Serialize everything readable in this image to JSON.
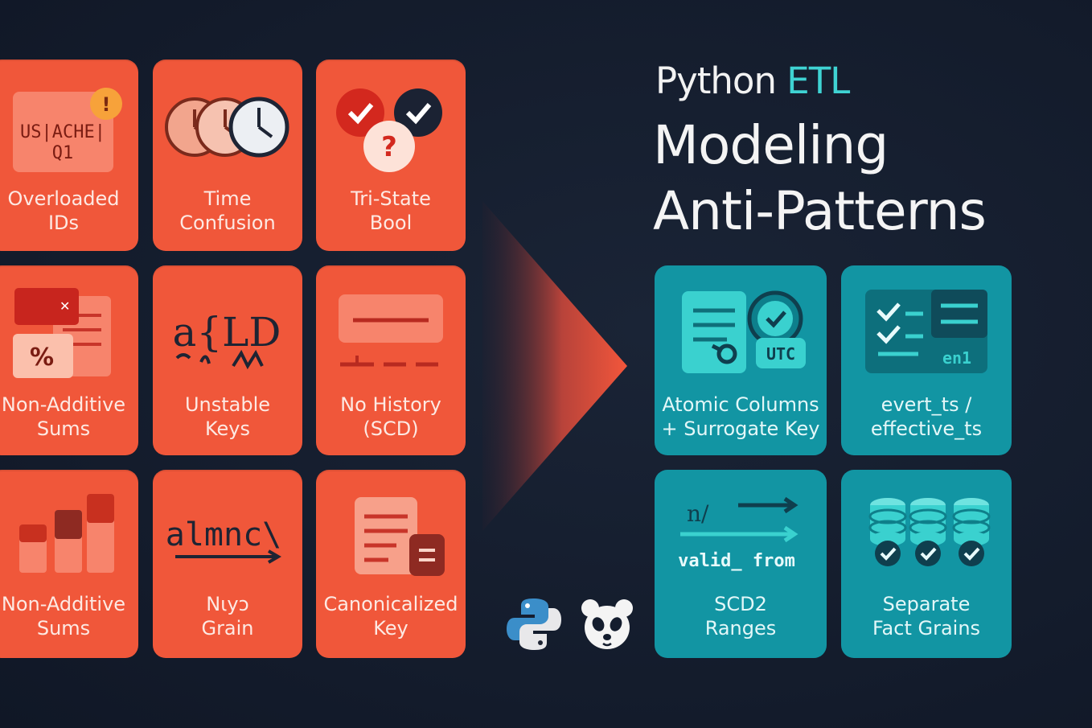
{
  "header": {
    "title_prefix": "Python",
    "title_highlight": "ETL",
    "subtitle": "Modeling\nAnti-Patterns"
  },
  "anti_patterns": [
    {
      "label": "Overloaded\nIDs",
      "icon_text_1": "US|ACHE|",
      "icon_text_2": "Q1",
      "icon": "warning-card-icon"
    },
    {
      "label": "Time\nConfusion",
      "icon": "clocks-icon"
    },
    {
      "label": "Tri-State\nBool",
      "icon": "check-question-icon"
    },
    {
      "label": "Non-Additive\nSums",
      "icon_text": "%",
      "icon": "percent-card-icon"
    },
    {
      "label": "Unstable\nKeys",
      "icon_text": "a{LD",
      "icon": "scribble-icon"
    },
    {
      "label": "No History\n(SCD)",
      "icon": "history-bar-icon"
    },
    {
      "label": "Non-Additive\nSums",
      "icon": "bar-chart-icon"
    },
    {
      "label": "Nιyɔ\nGrain",
      "icon_text": "almnc\\",
      "icon": "scribble-arrow-icon"
    },
    {
      "label": "Canonicalized\nKey",
      "icon": "document-icon"
    }
  ],
  "fixes": [
    {
      "label": "Atomic Columns\n+ Surrogate Key",
      "icon_text": "UTC",
      "icon": "document-clock-key-icon"
    },
    {
      "label": "evert_ts /\neffective_ts",
      "icon_text": "en1",
      "icon": "checklist-panel-icon"
    },
    {
      "label": "SCD2\nRanges",
      "icon_text": "valid_ from",
      "icon_text_2": "n/",
      "icon": "arrows-icon"
    },
    {
      "label": "Separate\nFact Grains",
      "icon": "database-check-icon"
    }
  ],
  "colors": {
    "anti_pattern_tile": "#f0573a",
    "fix_tile": "#1295a3",
    "background": "#141d2e",
    "highlight": "#3fd3d3"
  }
}
